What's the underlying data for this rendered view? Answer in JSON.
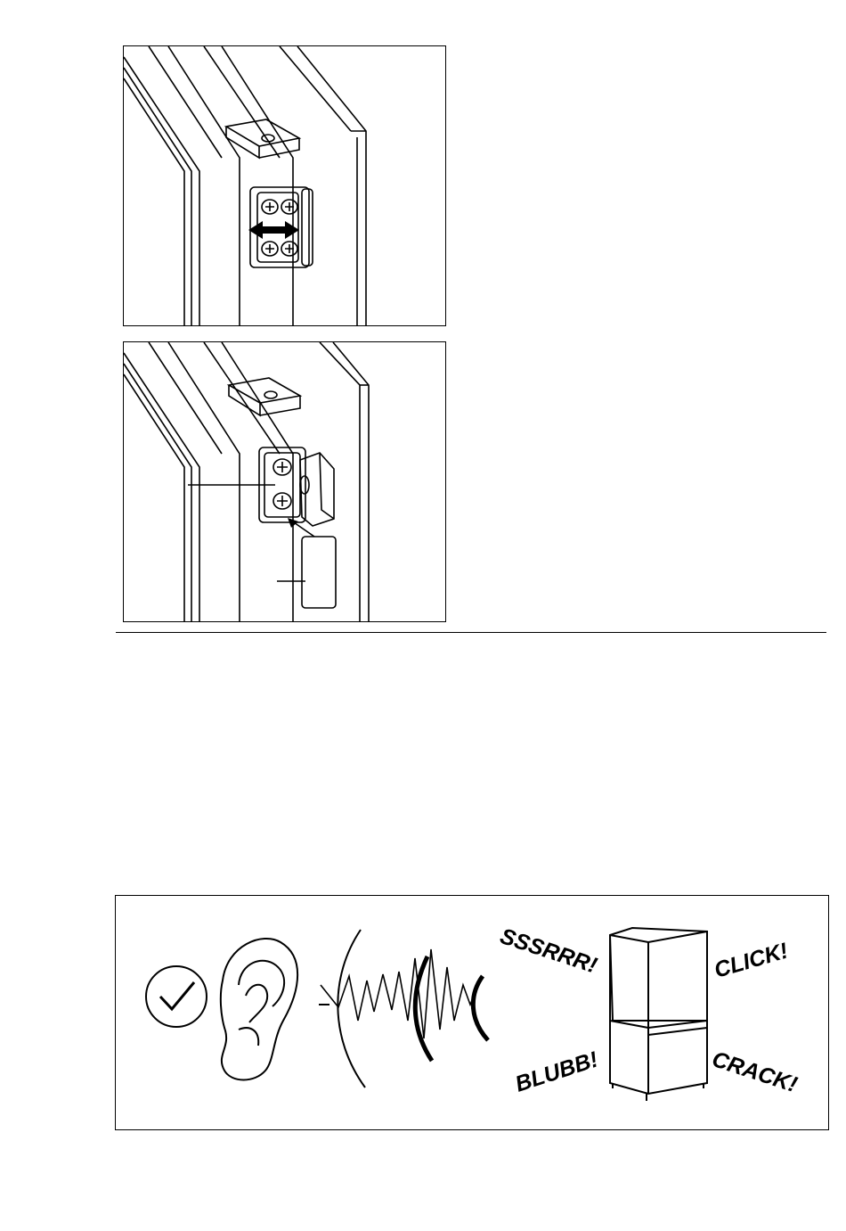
{
  "figures": {
    "top": {
      "icon": "door-hinge-adjust-icon"
    },
    "middle": {
      "icon": "door-hinge-cover-icon"
    },
    "noise": {
      "icon": "normal-noises-icon",
      "sounds": {
        "sssrrr": "SSSRRR!",
        "click": "CLICK!",
        "blubb": "BLUBB!",
        "crack": "CRACK!"
      }
    }
  }
}
